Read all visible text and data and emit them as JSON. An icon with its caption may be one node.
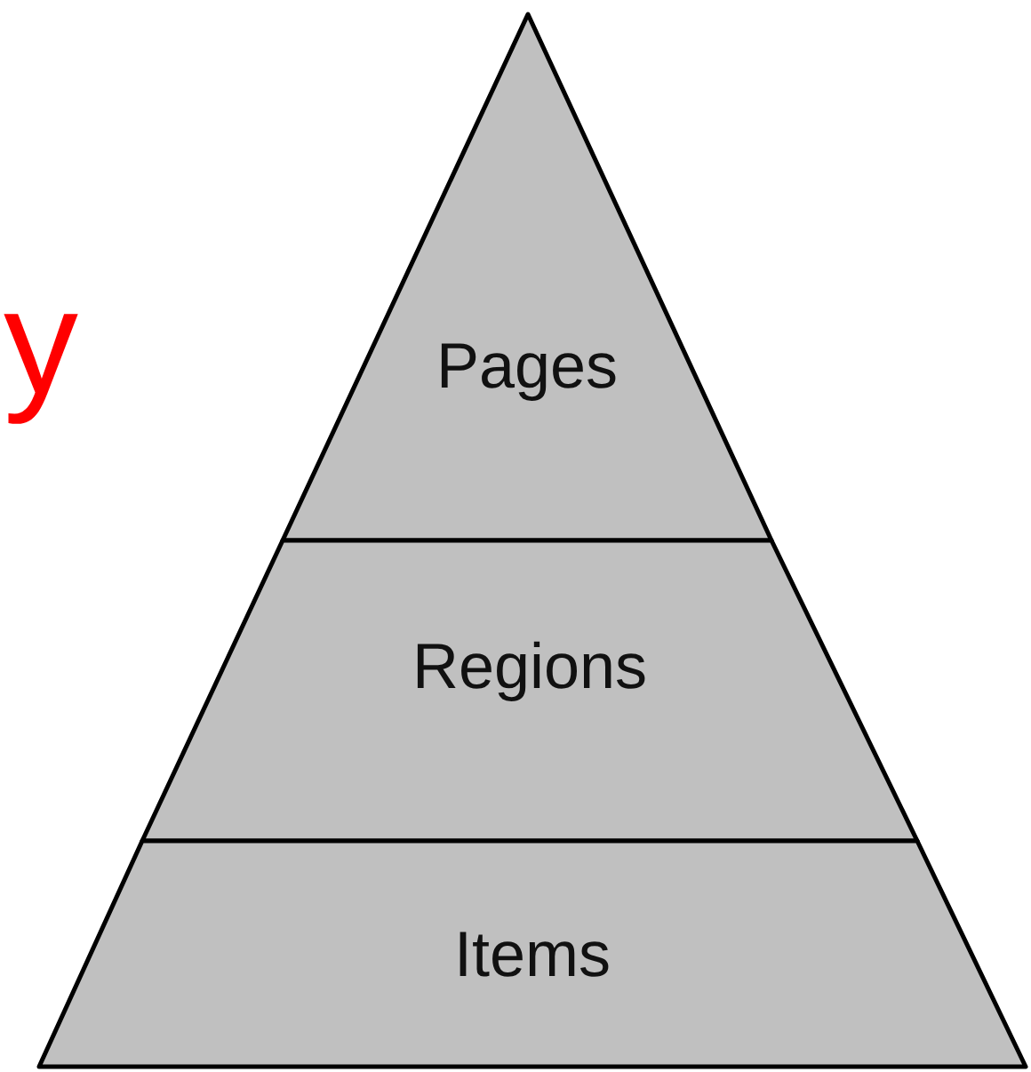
{
  "diagram": {
    "nodes": [
      {
        "text": [
          "Pages"
        ]
      },
      {
        "text": [
          "Regions"
        ]
      },
      {
        "text": [
          "Items"
        ]
      }
    ],
    "labels": [
      "y"
    ]
  }
}
